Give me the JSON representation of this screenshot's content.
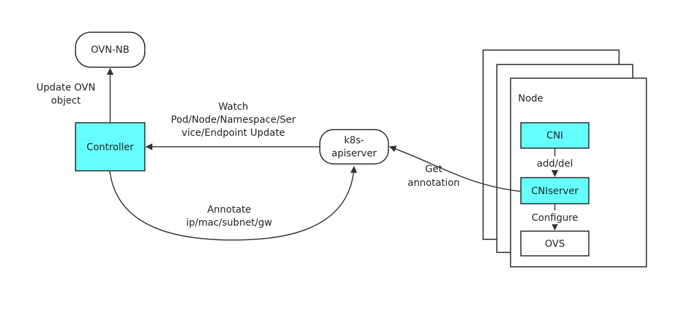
{
  "colors": {
    "cyan_fill": "#66ffff",
    "white_fill": "#ffffff",
    "stroke": "#222222",
    "edge": "#333333"
  },
  "nodes": {
    "ovn_nb": "OVN-NB",
    "controller": "Controller",
    "k8s_apiserver": [
      "k8s-",
      "apiserver"
    ],
    "node_title": "Node",
    "cni": "CNI",
    "cniserver": "CNIserver",
    "ovs": "OVS"
  },
  "edges": {
    "update_ovn": [
      "Update OVN",
      "object"
    ],
    "watch": [
      "Watch",
      "Pod/Node/Namespace/Ser",
      "vice/Endpoint Update"
    ],
    "annotate": [
      "Annotate",
      "ip/mac/subnet/gw"
    ],
    "get_annotation": [
      "Get",
      "annotation"
    ],
    "add_del": "add/del",
    "configure": "Configure"
  }
}
